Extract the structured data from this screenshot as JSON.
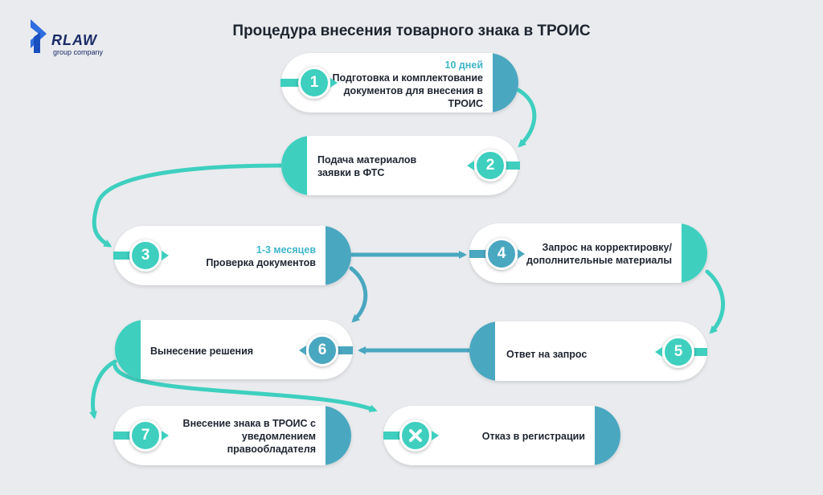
{
  "title": "Процедура внесения товарного знака в ТРОИС",
  "logo": {
    "word": "RLAW",
    "subtitle": "group company"
  },
  "steps": [
    {
      "badge": "1",
      "duration": "10 дней",
      "text": "Подготовка и комплектование документов для внесения в ТРОИС"
    },
    {
      "badge": "2",
      "text": "Подача материалов заявки в ФТС"
    },
    {
      "badge": "3",
      "duration": "1-3 месяцев",
      "text": "Проверка документов"
    },
    {
      "badge": "4",
      "text": "Запрос на корректировку/ дополнительные материалы"
    },
    {
      "badge": "5",
      "text": "Ответ на запрос"
    },
    {
      "badge": "6",
      "text": "Вынесение решения"
    },
    {
      "badge": "7",
      "text": "Внесение знака в ТРОИС с уведомлением правообладателя"
    },
    {
      "badge_icon": "x-icon",
      "text": "Отказ в регистрации"
    }
  ],
  "colors": {
    "teal": "#3ecfbf",
    "blue": "#4aa7c0",
    "background": "#e9ebee",
    "text": "#1e2530",
    "duration": "#3fb6c9"
  }
}
